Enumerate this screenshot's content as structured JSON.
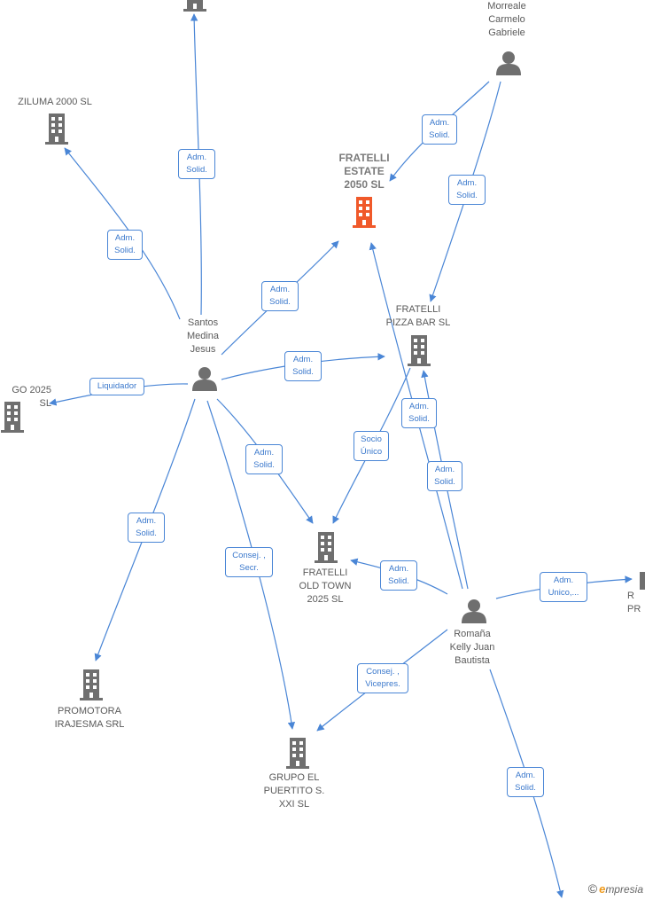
{
  "nodes": {
    "top_company": "",
    "morreale": "Morreale\nCarmelo\nGabriele",
    "ziluma": "ZILUMA 2000 SL",
    "fratelli_estate": "FRATELLI\nESTATE\n2050  SL",
    "santos": "Santos\nMedina\nJesus",
    "fratelli_pizza": "FRATELLI\nPIZZA BAR  SL",
    "go_2025": "GO 2025 SL",
    "fratelli_oldtown": "FRATELLI\nOLD TOWN\n2025  SL",
    "romana": "Romaña\nKelly Juan\nBautista",
    "right_company": "R\nPR",
    "promotora": "PROMOTORA\nIRAJESMA SRL",
    "grupo_puertito": "GRUPO EL\nPUERTITO S.\nXXI  SL"
  },
  "edge_labels": {
    "santos_top": "Adm.\nSolid.",
    "morreale_estate": "Adm.\nSolid.",
    "morreale_pizza": "Adm.\nSolid.",
    "santos_ziluma": "Adm.\nSolid.",
    "santos_estate": "Adm.\nSolid.",
    "santos_pizza": "Adm.\nSolid.",
    "santos_go": "Liquidador",
    "pizza_oldtown": "Socio\nÚnico",
    "romana_pizza": "Adm.\nSolid.",
    "romana_estate": "Adm.\nSolid.",
    "santos_oldtown": "Adm.\nSolid.",
    "santos_promotora": "Adm.\nSolid.",
    "santos_grupo": "Consej. ,\nSecr.",
    "romana_oldtown": "Adm.\nSolid.",
    "romana_right": "Adm.\nUnico,...",
    "romana_grupo": "Consej. ,\nVicepres.",
    "romana_bottom": "Adm.\nSolid."
  },
  "footer": {
    "copyright": "©",
    "brand_initial": "e",
    "brand_rest": "mpresia"
  },
  "colors": {
    "edge": "#4a86d6",
    "icon": "#6f6f6f",
    "highlight": "#f0592a",
    "label_text": "#3a78cc"
  },
  "icons": {
    "company": "building-icon",
    "person": "person-icon"
  }
}
